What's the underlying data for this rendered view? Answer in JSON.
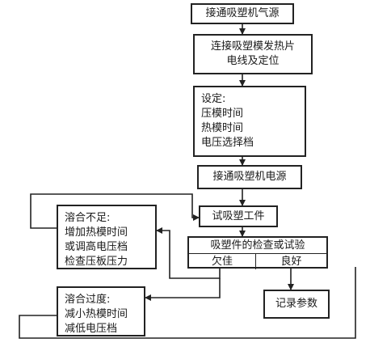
{
  "boxes": {
    "connect_air": "接通吸塑机气源",
    "connect_heater": [
      "连接吸塑模发热片",
      "电线及定位"
    ],
    "settings": [
      "设定:",
      "压模时间",
      "热模时间",
      "电压选择档"
    ],
    "connect_power": "接通吸塑机电源",
    "trial_part": "试吸塑工件",
    "inspect": {
      "title": "吸塑件的检查或试验",
      "left": "欠佳",
      "right": "良好"
    },
    "record": "记录参数",
    "insufficient": [
      "溶合不足:",
      "增加热模时间",
      "或调高电压档",
      "检查压板压力"
    ],
    "excessive": [
      "溶合过度:",
      "减小热模时间",
      "减低电压档"
    ]
  }
}
